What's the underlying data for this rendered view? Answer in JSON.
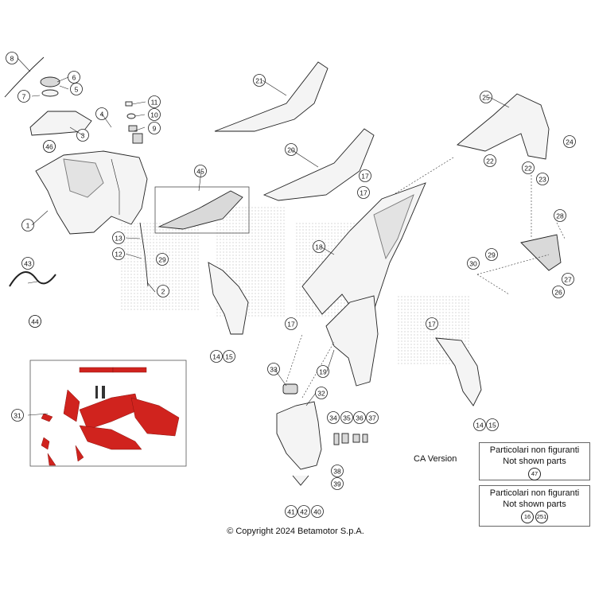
{
  "callouts": [
    "1",
    "2",
    "3",
    "4",
    "5",
    "6",
    "7",
    "8",
    "9",
    "10",
    "11",
    "12",
    "13",
    "14",
    "15",
    "14",
    "15",
    "17",
    "17",
    "17",
    "17",
    "18",
    "19",
    "20",
    "21",
    "22",
    "22",
    "23",
    "24",
    "25",
    "26",
    "27",
    "28",
    "29",
    "29",
    "30",
    "31",
    "32",
    "33",
    "34",
    "35",
    "36",
    "37",
    "38",
    "39",
    "40",
    "41",
    "42",
    "43",
    "44",
    "44",
    "45",
    "46",
    "46"
  ],
  "notes": {
    "ca_version_label": "CA Version",
    "box1": {
      "title": "Particolari non figuranti",
      "subtitle": "Not shown parts",
      "numbers": [
        "47"
      ]
    },
    "box2": {
      "title": "Particolari non figuranti",
      "subtitle": "Not shown parts",
      "numbers": [
        "16",
        "251"
      ]
    }
  },
  "copyright": "© Copyright 2024 Betamotor S.p.A.",
  "colors": {
    "decal_red": "#d0231e",
    "line": "#222222"
  }
}
